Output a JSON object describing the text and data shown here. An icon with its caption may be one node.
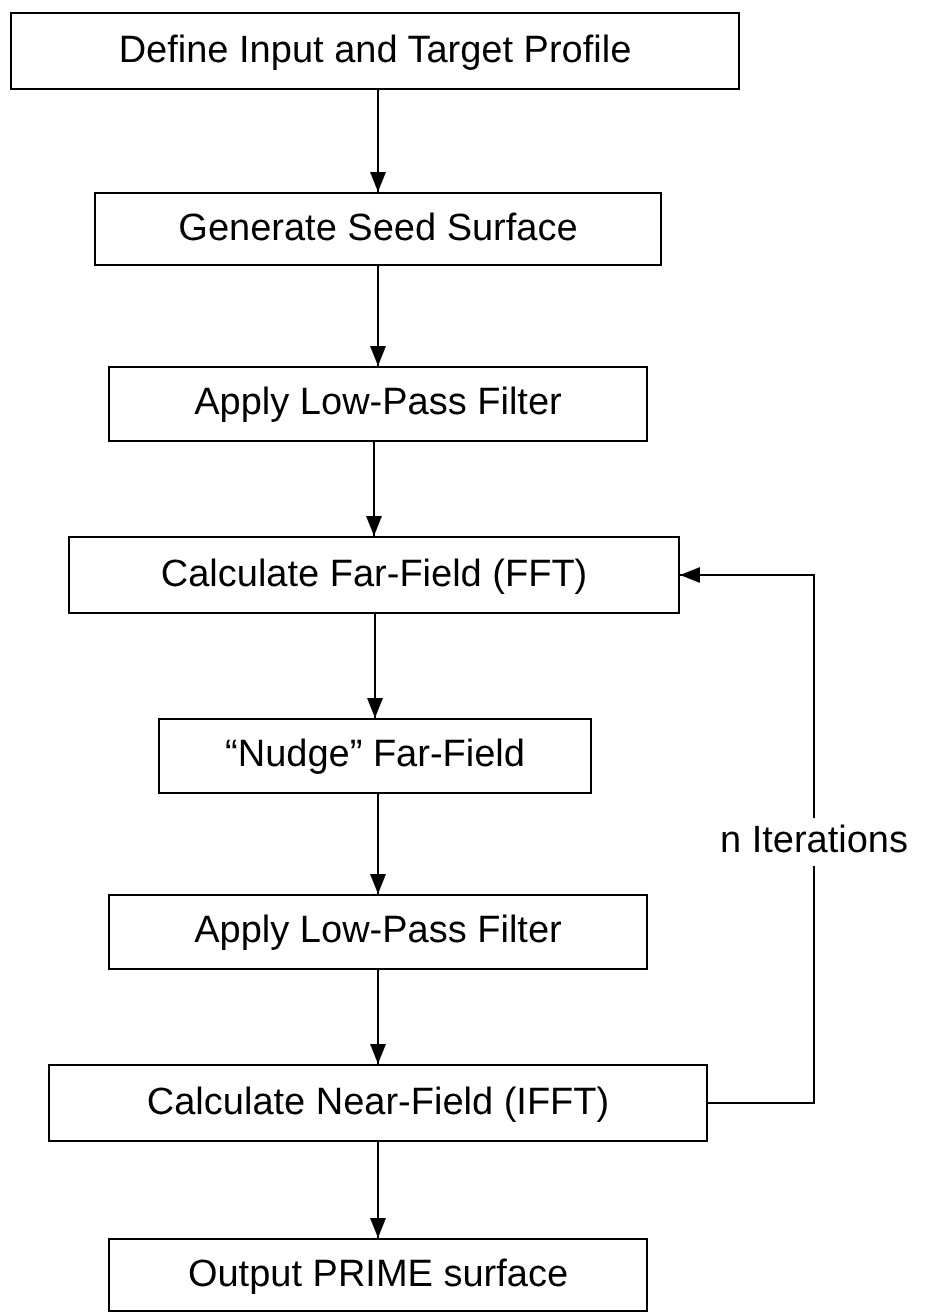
{
  "diagram": {
    "nodes": [
      {
        "text": [
          "Define Input and Target Profile"
        ]
      },
      {
        "text": [
          "Generate Seed Surface"
        ]
      },
      {
        "text": [
          "Apply Low-Pass Filter"
        ]
      },
      {
        "text": [
          "Calculate Far-Field (FFT)"
        ]
      },
      {
        "text": [
          "“Nudge” Far-Field"
        ]
      },
      {
        "text": [
          "Apply Low-Pass Filter"
        ]
      },
      {
        "text": [
          "Calculate Near-Field (IFFT)"
        ]
      },
      {
        "text": [
          "Output PRIME surface"
        ]
      }
    ],
    "edges": [
      {
        "from": 0,
        "to": 1,
        "arrow": "to"
      },
      {
        "from": 1,
        "to": 2,
        "arrow": "to"
      },
      {
        "from": 2,
        "to": 3,
        "arrow": "to"
      },
      {
        "from": 3,
        "to": 4,
        "arrow": "to"
      },
      {
        "from": 4,
        "to": 5,
        "arrow": "to"
      },
      {
        "from": 5,
        "to": 6,
        "arrow": "to"
      },
      {
        "from": 6,
        "to": 3,
        "arrow": "to",
        "label": "n Iterations"
      },
      {
        "from": 6,
        "to": 7,
        "arrow": "to"
      }
    ]
  }
}
